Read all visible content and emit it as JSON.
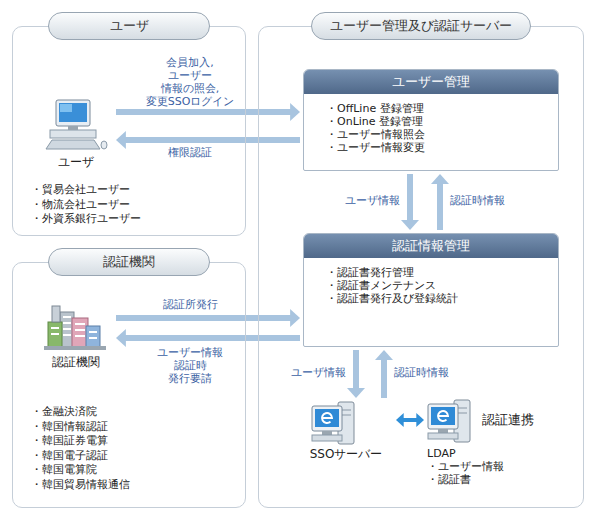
{
  "diagram": {
    "nodes": [
      {
        "text": [
          "ユーザ",
          "・貿易会社ユーザー",
          "・物流会社ユーザー",
          "・外資系銀行ユーザー"
        ]
      },
      {
        "text": [
          "ユーザ"
        ],
        "in": 0
      },
      {
        "text": [
          "認証機関",
          "・金融決済院",
          "・韓国情報認証",
          "・韓国証券電算",
          "・韓国電子認証",
          "・韓国電算院",
          "・韓国貿易情報通信"
        ]
      },
      {
        "text": [
          "認証機関"
        ],
        "in": 2
      },
      {
        "text": [
          "ユーザー管理及び認証サーバー"
        ]
      },
      {
        "text": [
          "ユーザー管理",
          "・OffLine 登録管理",
          "・OnLine  登録管理",
          "・ユーザー情報照会",
          "・ユーザー情報変更"
        ],
        "in": 4
      },
      {
        "text": [
          "認証情報管理",
          "・認証書発行管理",
          "・認証書メンテナンス",
          "・認証書発行及び登録統計"
        ],
        "in": 4
      },
      {
        "text": [
          "SSOサーバー"
        ],
        "in": 4
      },
      {
        "text": [
          "LDAP",
          "・ユーザー情報",
          "・認証書"
        ],
        "in": 4
      }
    ],
    "edges": [
      {
        "from": 1,
        "to": 5,
        "label": "会員加入, ユーザー 情報の照会, 変更SSOログイン",
        "arrow": "to"
      },
      {
        "from": 5,
        "to": 1,
        "label": "権限認証",
        "arrow": "to"
      },
      {
        "from": 3,
        "to": 6,
        "label": "認証所発行",
        "arrow": "to"
      },
      {
        "from": 6,
        "to": 3,
        "label": "ユーザー情報 認証時 発行要請",
        "arrow": "to"
      },
      {
        "from": 5,
        "to": 6,
        "label": "ユーザ情報",
        "arrow": "to"
      },
      {
        "from": 6,
        "to": 5,
        "label": "認証時情報",
        "arrow": "to"
      },
      {
        "from": 6,
        "to": 7,
        "label": "ユーザ情報",
        "arrow": "to"
      },
      {
        "from": 7,
        "to": 6,
        "label": "認証時情報",
        "arrow": "to"
      },
      {
        "from": 7,
        "to": 8,
        "arrow": "both"
      }
    ],
    "labels": [
      "認証連携"
    ]
  }
}
